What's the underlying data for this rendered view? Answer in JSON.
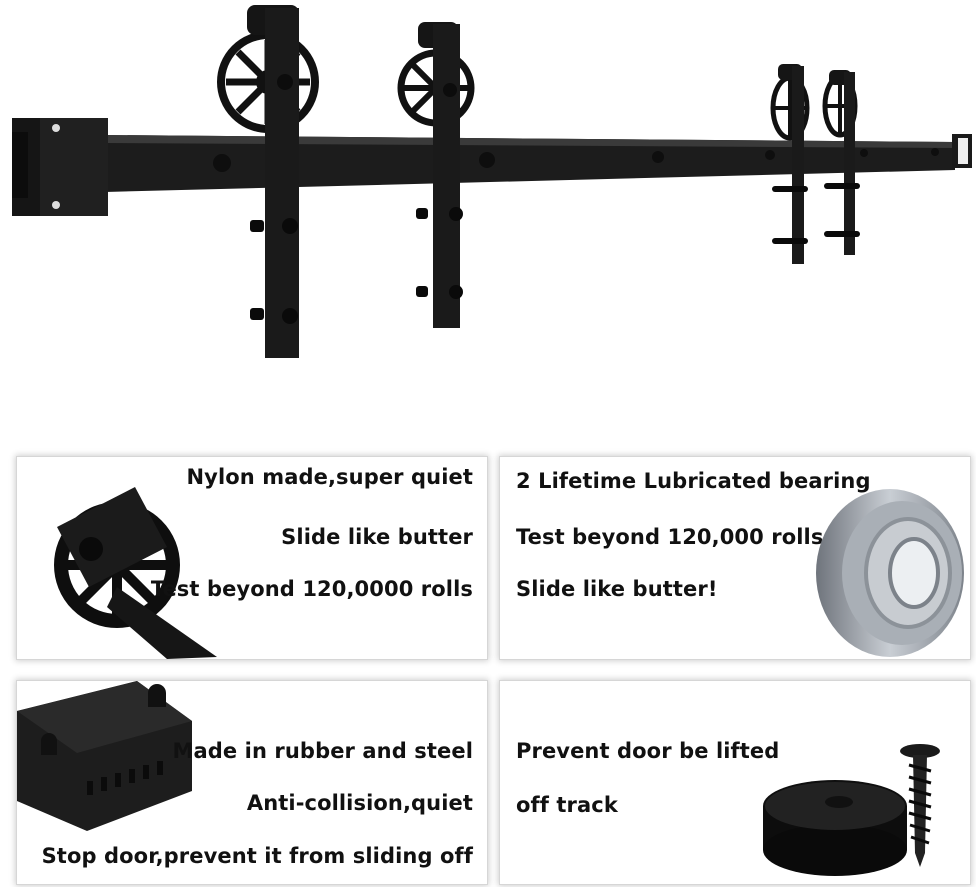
{
  "hero": {
    "description_icons": [
      "track-rail",
      "large-spoke-wheel-hanger",
      "small-spoke-wheel-hanger",
      "end-stopper"
    ]
  },
  "panels": [
    {
      "icon": "spoke-wheel-icon",
      "lines": [
        "Nylon made,super quiet",
        "Slide like butter",
        "Test beyond 120,0000 rolls"
      ]
    },
    {
      "icon": "ball-bearing-icon",
      "lines": [
        "2 Lifetime Lubricated bearing",
        "Test beyond 120,000 rolls",
        "Slide like butter!"
      ]
    },
    {
      "icon": "rubber-stopper-icon",
      "lines": [
        "Made in rubber and steel",
        "Anti-collision,quiet",
        "Stop door,prevent it from sliding off"
      ]
    },
    {
      "icon": "floor-guide-icon",
      "lines": [
        "Prevent door be lifted",
        "off track"
      ]
    }
  ],
  "colors": {
    "metal": "#1b1b1b",
    "bearing": "#9aa0aa",
    "background": "#ffffff"
  }
}
